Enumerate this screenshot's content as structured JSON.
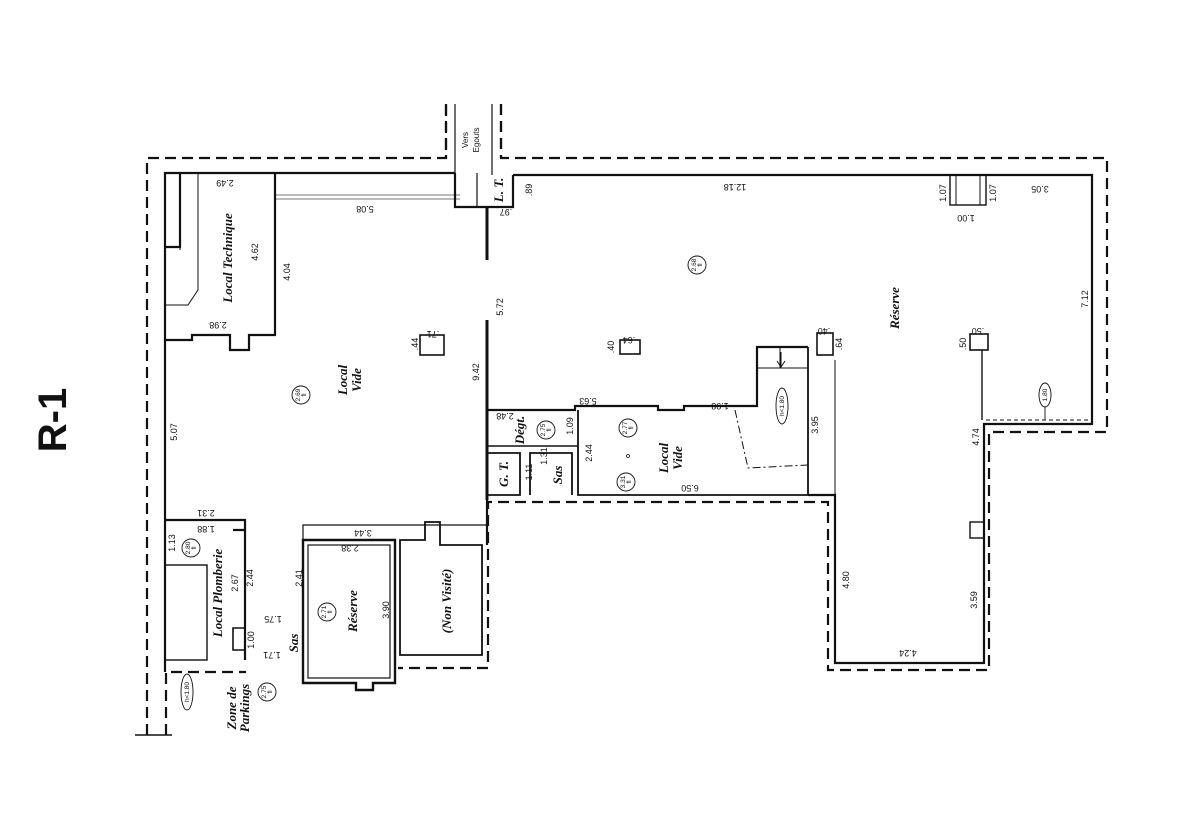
{
  "sheet": {
    "level": "R-1",
    "outlet": [
      "Vers",
      "Egouts"
    ]
  },
  "rooms": {
    "local_technique": "Local  Technique",
    "local_vide_main": [
      "Local",
      "Vide"
    ],
    "local_vide_small": [
      "Local",
      "Vide"
    ],
    "reserve_large": "Réserve",
    "reserve_small": "Réserve",
    "local_plomberie": "Local  Plomberie",
    "non_visite": "(Non  Visité)",
    "sas_1": "Sas",
    "sas_2": "Sas",
    "degt": "Dégt.",
    "gt": "G. T.",
    "lt": "L. T.",
    "parking": [
      "Zone de",
      "Parkings"
    ]
  },
  "heights": {
    "h1": [
      "2.69",
      "fl"
    ],
    "h2": [
      "2.68",
      "fl"
    ],
    "h3": [
      "2.75",
      "fl"
    ],
    "h4": [
      "2.77",
      "fl"
    ],
    "h5": [
      "3.31",
      "fl"
    ],
    "h6": [
      "2.80",
      "fl"
    ],
    "h7": [
      "2.71",
      "fl"
    ],
    "h8": [
      "2.75",
      "fl"
    ],
    "h9": "h<1.80",
    "h10": "1.80",
    "h11": "h<1.80"
  },
  "dimensions": {
    "d_249": "2.49",
    "d_462": "4.62",
    "d_404": "4.04",
    "d_298": "2.98",
    "d_508": "5.08",
    "d_507": "5.07",
    "d_089": ".89",
    "d_097": ".97",
    "d_1218": "12.18",
    "d_107a": "1.07",
    "d_107b": "1.07",
    "d_100": "1.00",
    "d_305": "3.05",
    "d_712": "7.12",
    "d_572": "5.72",
    "d_942": "9.42",
    "d_071": ".71",
    "d_044": ".44",
    "d_040a": ".40",
    "d_064a": ".64",
    "d_040b": ".40",
    "d_064b": ".64",
    "d_050a": ".50",
    "d_050b": ".50",
    "d_563": "5.63",
    "d_248": "2.48",
    "d_198": "1.98",
    "d_395": "3.95",
    "d_474": "4.74",
    "d_109": "1.09",
    "d_131": "1.31",
    "d_244a": "2.44",
    "d_111": "1.11",
    "d_650": "6.50",
    "d_231": "2.31",
    "d_188": "1.88",
    "d_113": "1.13",
    "d_344": "3.44",
    "d_238": "2.38",
    "d_241": "2.41",
    "d_390": "3.90",
    "d_267": "2.67",
    "d_244b": "2.44",
    "d_175": "1.75",
    "d_100b": "1.00",
    "d_171": "1.71",
    "d_480": "4.80",
    "d_359": "3.59",
    "d_424": "4.24"
  }
}
